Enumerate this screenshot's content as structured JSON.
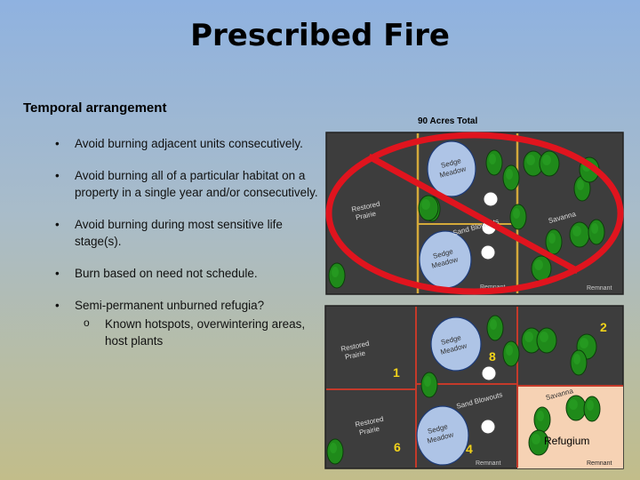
{
  "slide": {
    "title": "Prescribed Fire",
    "subheading": "Temporal arrangement",
    "bullets": [
      "Avoid burning adjacent units consecutively.",
      "Avoid burning all of a particular habitat on a property in a single year and/or consecutively.",
      "Avoid burning during most sensitive life stage(s).",
      "Burn based on need not schedule.",
      "Semi-permanent unburned refugia?"
    ],
    "sub_bullet": "Known hotspots, overwintering areas, host plants"
  },
  "map_top": {
    "header": "90 Acres Total",
    "labels": {
      "restored_prairie": [
        "Restored",
        "Prairie"
      ],
      "sedge_meadow_1": [
        "Sedge",
        "Meadow"
      ],
      "sedge_meadow_2": [
        "Sedge",
        "Meadow"
      ],
      "sand_blowouts": "Sand Blowouts",
      "savanna": "Savanna",
      "remnant_1": "Remnant",
      "remnant_2": "Remnant"
    },
    "prohibited": true,
    "colors": {
      "prohibited_sign": "#e0141e",
      "unit_border": "#d4a93a"
    }
  },
  "map_bottom": {
    "labels": {
      "restored_prairie_1": [
        "Restored",
        "Prairie"
      ],
      "restored_prairie_2": [
        "Restored",
        "Prairie"
      ],
      "sedge_meadow_1": [
        "Sedge",
        "Meadow"
      ],
      "sedge_meadow_2": [
        "Sedge",
        "Meadow"
      ],
      "sand_blowouts": "Sand Blowouts",
      "savanna": "Savanna",
      "refugium": "Refugium",
      "remnant_1": "Remnant",
      "remnant_2": "Remnant"
    },
    "unit_numbers": [
      "1",
      "2",
      "4",
      "6",
      "8"
    ],
    "colors": {
      "unit_border": "#c43a2a",
      "unit_number": "#f2d31b",
      "refugium_fill": "#f6d2b4"
    }
  }
}
